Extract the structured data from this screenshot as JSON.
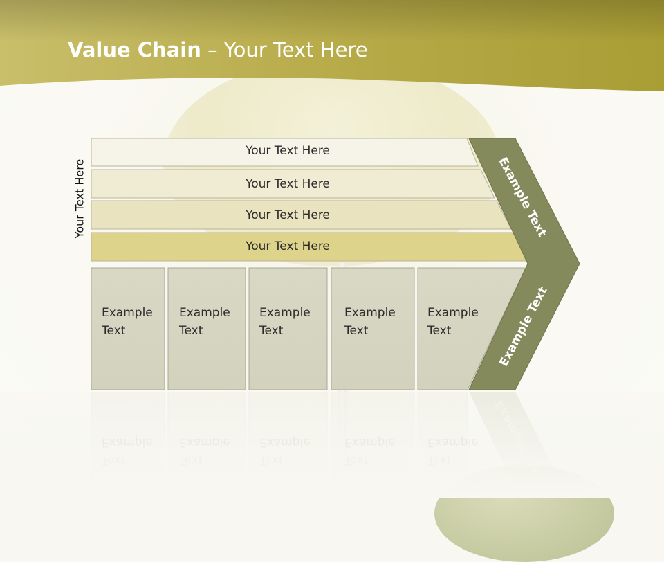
{
  "title": {
    "bold": "Value Chain",
    "rest": " – Your Text Here"
  },
  "side_label": "Your Text Here",
  "rows": [
    {
      "label": "Your Text Here"
    },
    {
      "label": "Your Text Here"
    },
    {
      "label": "Your Text Here"
    },
    {
      "label": "Your Text Here"
    }
  ],
  "boxes": [
    {
      "line1": "Example",
      "line2": "Text"
    },
    {
      "line1": "Example",
      "line2": "Text"
    },
    {
      "line1": "Example",
      "line2": "Text"
    },
    {
      "line1": "Example",
      "line2": "Text"
    },
    {
      "line1": "Example",
      "line2": "Text"
    }
  ],
  "chevron": {
    "upper": "Example Text",
    "lower": "Example Text"
  },
  "colors": {
    "header": "#a79d3b",
    "chevron": "#858a5c",
    "box_fill": "#d8d8c6",
    "row_fills": [
      "#f6f4e8",
      "#f0ecd3",
      "#e9e4bf",
      "#ddd38b"
    ]
  }
}
